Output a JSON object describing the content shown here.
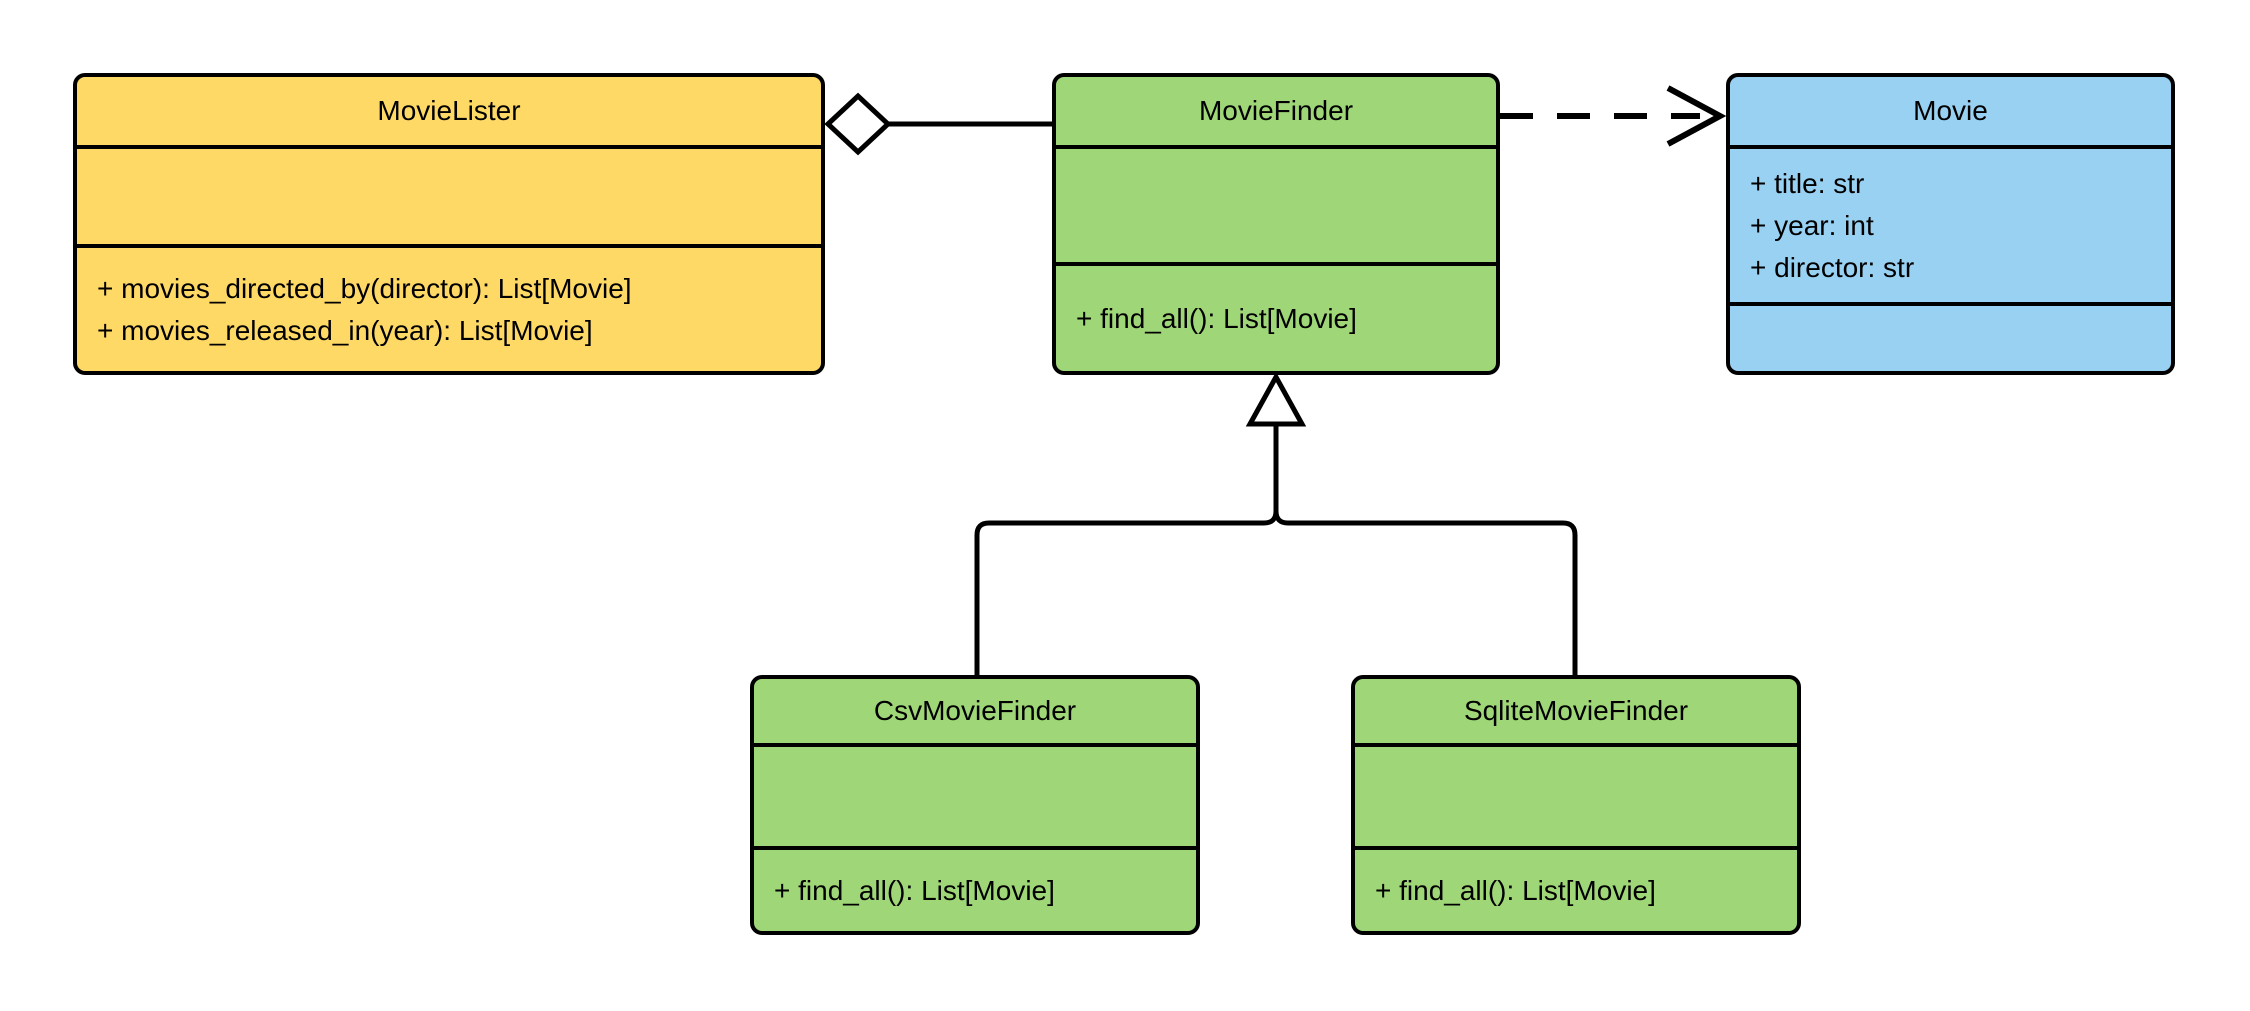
{
  "diagram": {
    "kind": "UML class diagram"
  },
  "colors": {
    "canvas_bg": "#ffffff",
    "line_color": "#000000",
    "yellow_fill": "#FFD966",
    "green_fill": "#9FD677",
    "blue_fill": "#99D1F2"
  },
  "classes": {
    "movie_lister": {
      "name": "MovieLister",
      "attributes": [],
      "methods": [
        "+ movies_directed_by(director): List[Movie]",
        "+ movies_released_in(year): List[Movie]"
      ]
    },
    "movie_finder": {
      "name": "MovieFinder",
      "attributes": [],
      "methods": [
        "+ find_all(): List[Movie]"
      ]
    },
    "movie": {
      "name": "Movie",
      "attributes": [
        "+ title: str",
        "+ year: int",
        "+ director: str"
      ],
      "methods": []
    },
    "csv_movie_finder": {
      "name": "CsvMovieFinder",
      "attributes": [],
      "methods": [
        "+ find_all(): List[Movie]"
      ]
    },
    "sqlite_movie_finder": {
      "name": "SqliteMovieFinder",
      "attributes": [],
      "methods": [
        "+ find_all(): List[Movie]"
      ]
    }
  },
  "relationships": [
    {
      "from": "MovieLister",
      "to": "MovieFinder",
      "type": "aggregation",
      "marker": "hollow-diamond"
    },
    {
      "from": "MovieFinder",
      "to": "Movie",
      "type": "dependency",
      "marker": "dashed-open-arrow"
    },
    {
      "from": "CsvMovieFinder",
      "to": "MovieFinder",
      "type": "inheritance",
      "marker": "hollow-triangle"
    },
    {
      "from": "SqliteMovieFinder",
      "to": "MovieFinder",
      "type": "inheritance",
      "marker": "hollow-triangle"
    }
  ]
}
